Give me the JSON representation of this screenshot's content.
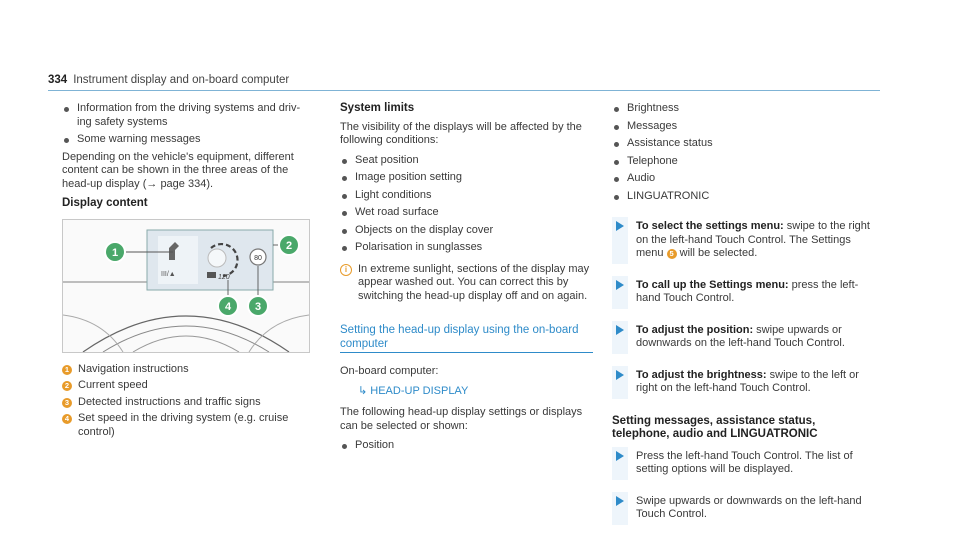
{
  "header": {
    "page_number": "334",
    "title": "Instrument display and on-board computer"
  },
  "col1": {
    "bullets": [
      "Information from the driving systems and driv-ing safety systems",
      "Some warning messages"
    ],
    "para": "Depending on the vehicle's equipment, different content can be shown in the three areas of the head-up display (→ page 334).",
    "heading": "Display content",
    "figure": {
      "speed_sign": "80",
      "set_speed": "120",
      "callouts": [
        "1",
        "2",
        "3",
        "4"
      ]
    },
    "legend": [
      {
        "n": "1",
        "text": "Navigation instructions"
      },
      {
        "n": "2",
        "text": "Current speed"
      },
      {
        "n": "3",
        "text": "Detected instructions and traffic signs"
      },
      {
        "n": "4",
        "text": "Set speed in the driving system (e.g. cruise control)"
      }
    ]
  },
  "col2": {
    "heading": "System limits",
    "intro": "The visibility of the displays will be affected by the following conditions:",
    "bullets": [
      "Seat position",
      "Image position setting",
      "Light conditions",
      "Wet road surface",
      "Objects on the display cover",
      "Polarisation in sunglasses"
    ],
    "note": "In extreme sunlight, sections of the display may appear washed out. You can correct this by switching the head-up display off and on again.",
    "section_heading": "Setting the head-up display using the on-board computer",
    "menu_intro": "On-board computer:",
    "menu_path": "HEAD-UP DISPLAY",
    "settings_intro": "The following head-up display settings or displays can be selected or shown:",
    "settings_bullets": [
      "Position"
    ]
  },
  "col3": {
    "bullets": [
      "Brightness",
      "Messages",
      "Assistance status",
      "Telephone",
      "Audio",
      "LINGUATRONIC"
    ],
    "steps": [
      {
        "bold": "To select the settings menu:",
        "text": " swipe to the right on the left-hand Touch Control. The Settings menu ",
        "badge": "5",
        "text2": " will be selected."
      },
      {
        "bold": "To call up the Settings menu:",
        "text": " press the left-hand Touch Control."
      },
      {
        "bold": "To adjust the position:",
        "text": " swipe upwards or downwards on the left-hand Touch Control."
      },
      {
        "bold": "To adjust the brightness:",
        "text": " swipe to the left or right on the left-hand Touch Control."
      }
    ],
    "sub_heading": "Setting messages, assistance status, telephone, audio and LINGUATRONIC",
    "steps2": [
      {
        "text": "Press the left-hand Touch Control. The list of setting options will be displayed."
      },
      {
        "text": "Swipe upwards or downwards on the left-hand Touch Control."
      }
    ]
  }
}
